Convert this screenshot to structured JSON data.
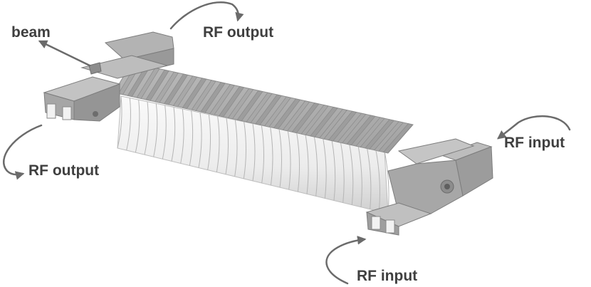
{
  "labels": {
    "beam": "beam",
    "rf_output_top": "RF output",
    "rf_output_left": "RF output",
    "rf_input_right": "RF input",
    "rf_input_bottom": "RF input"
  },
  "colors": {
    "label_text": "#3f3f3f",
    "arrow": "#6b6b6b",
    "metal_light": "#c9c9c9",
    "metal_mid": "#a9a9a9",
    "metal_dark": "#8a8a8a",
    "tube_light": "#f2f2f2",
    "tube_shadow": "#d6d6d6"
  }
}
